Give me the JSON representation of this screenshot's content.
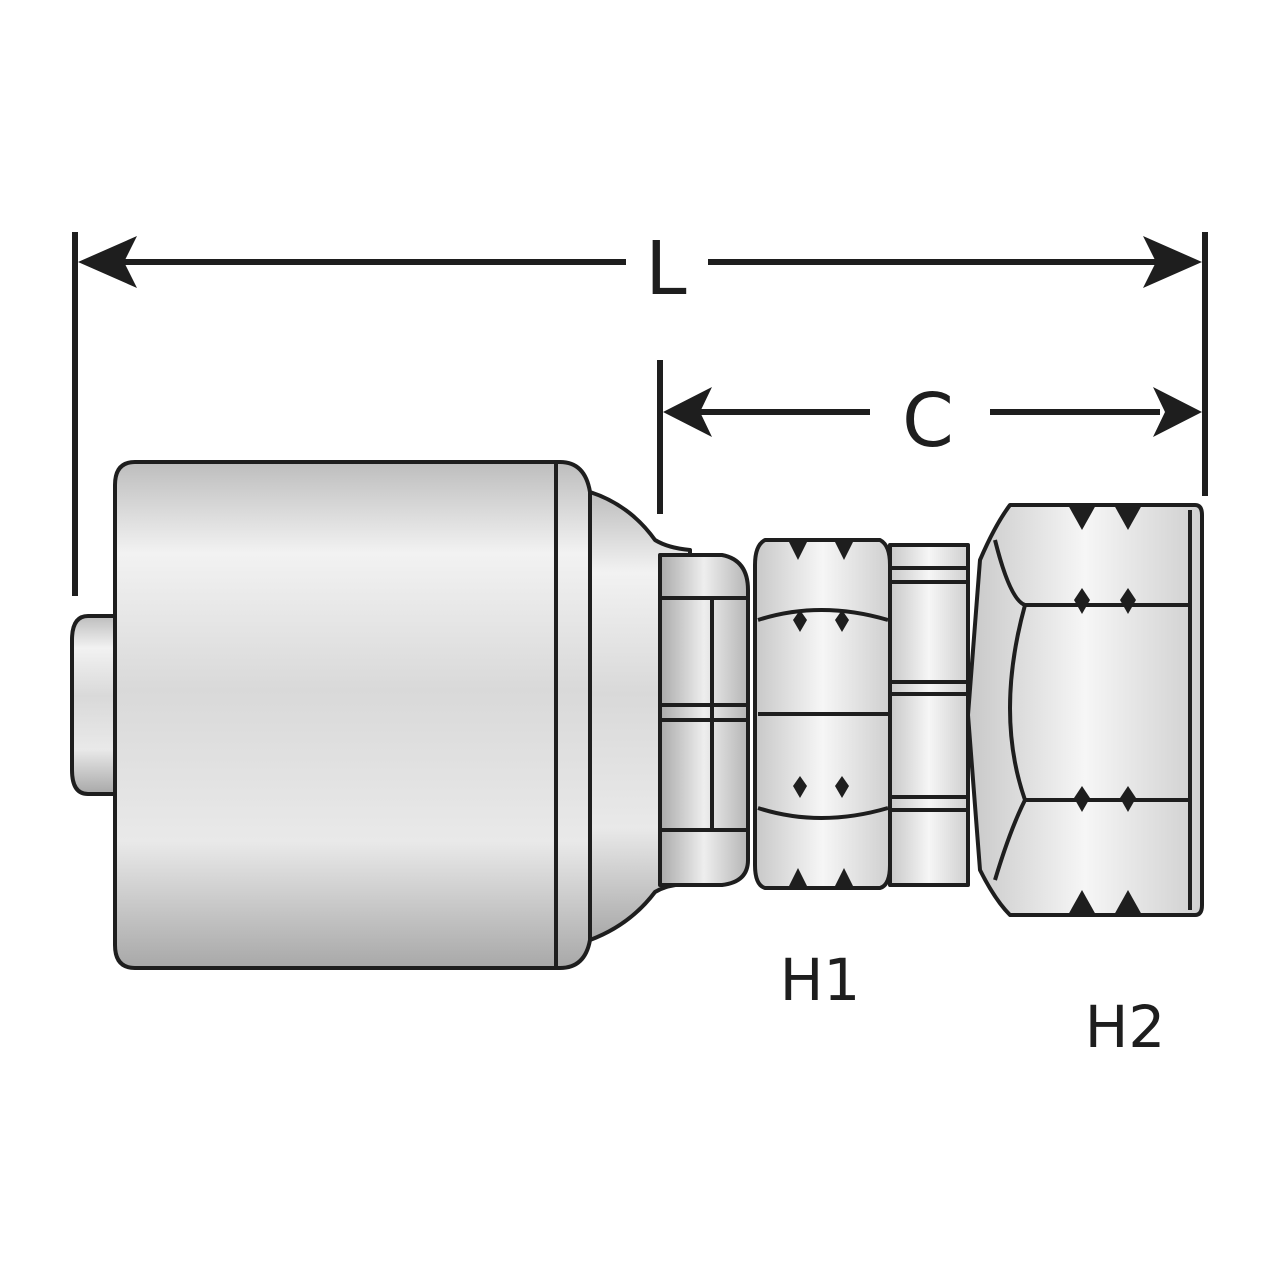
{
  "labels": {
    "overall_length": "L",
    "cut_length": "C",
    "hex_1": "H1",
    "hex_2": "H2"
  },
  "colors": {
    "outline": "#1e1e1e",
    "metal_light": "#f4f4f4",
    "metal_mid": "#cfcfcf",
    "metal_dark": "#9a9a9a",
    "background": "#ffffff"
  }
}
